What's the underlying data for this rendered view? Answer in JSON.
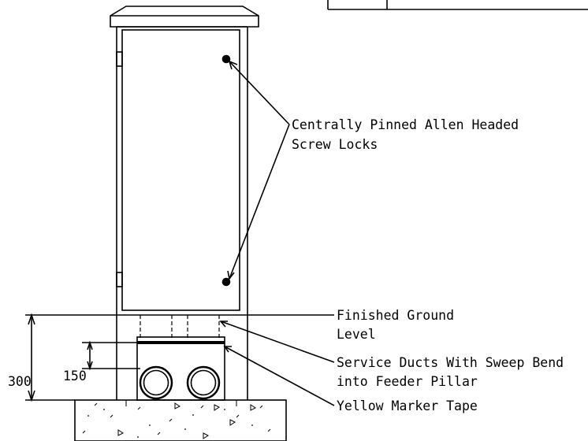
{
  "labels": {
    "screw_locks_line1": "Centrally Pinned Allen Headed",
    "screw_locks_line2": "Screw Locks",
    "ground_line1": "Finished Ground",
    "ground_line2": "Level",
    "ducts_line1": "Service Ducts With Sweep Bend",
    "ducts_line2": "into Feeder Pillar",
    "marker_tape": "Yellow Marker Tape"
  },
  "dimensions": {
    "depth_total": "300",
    "depth_tape": "150"
  }
}
